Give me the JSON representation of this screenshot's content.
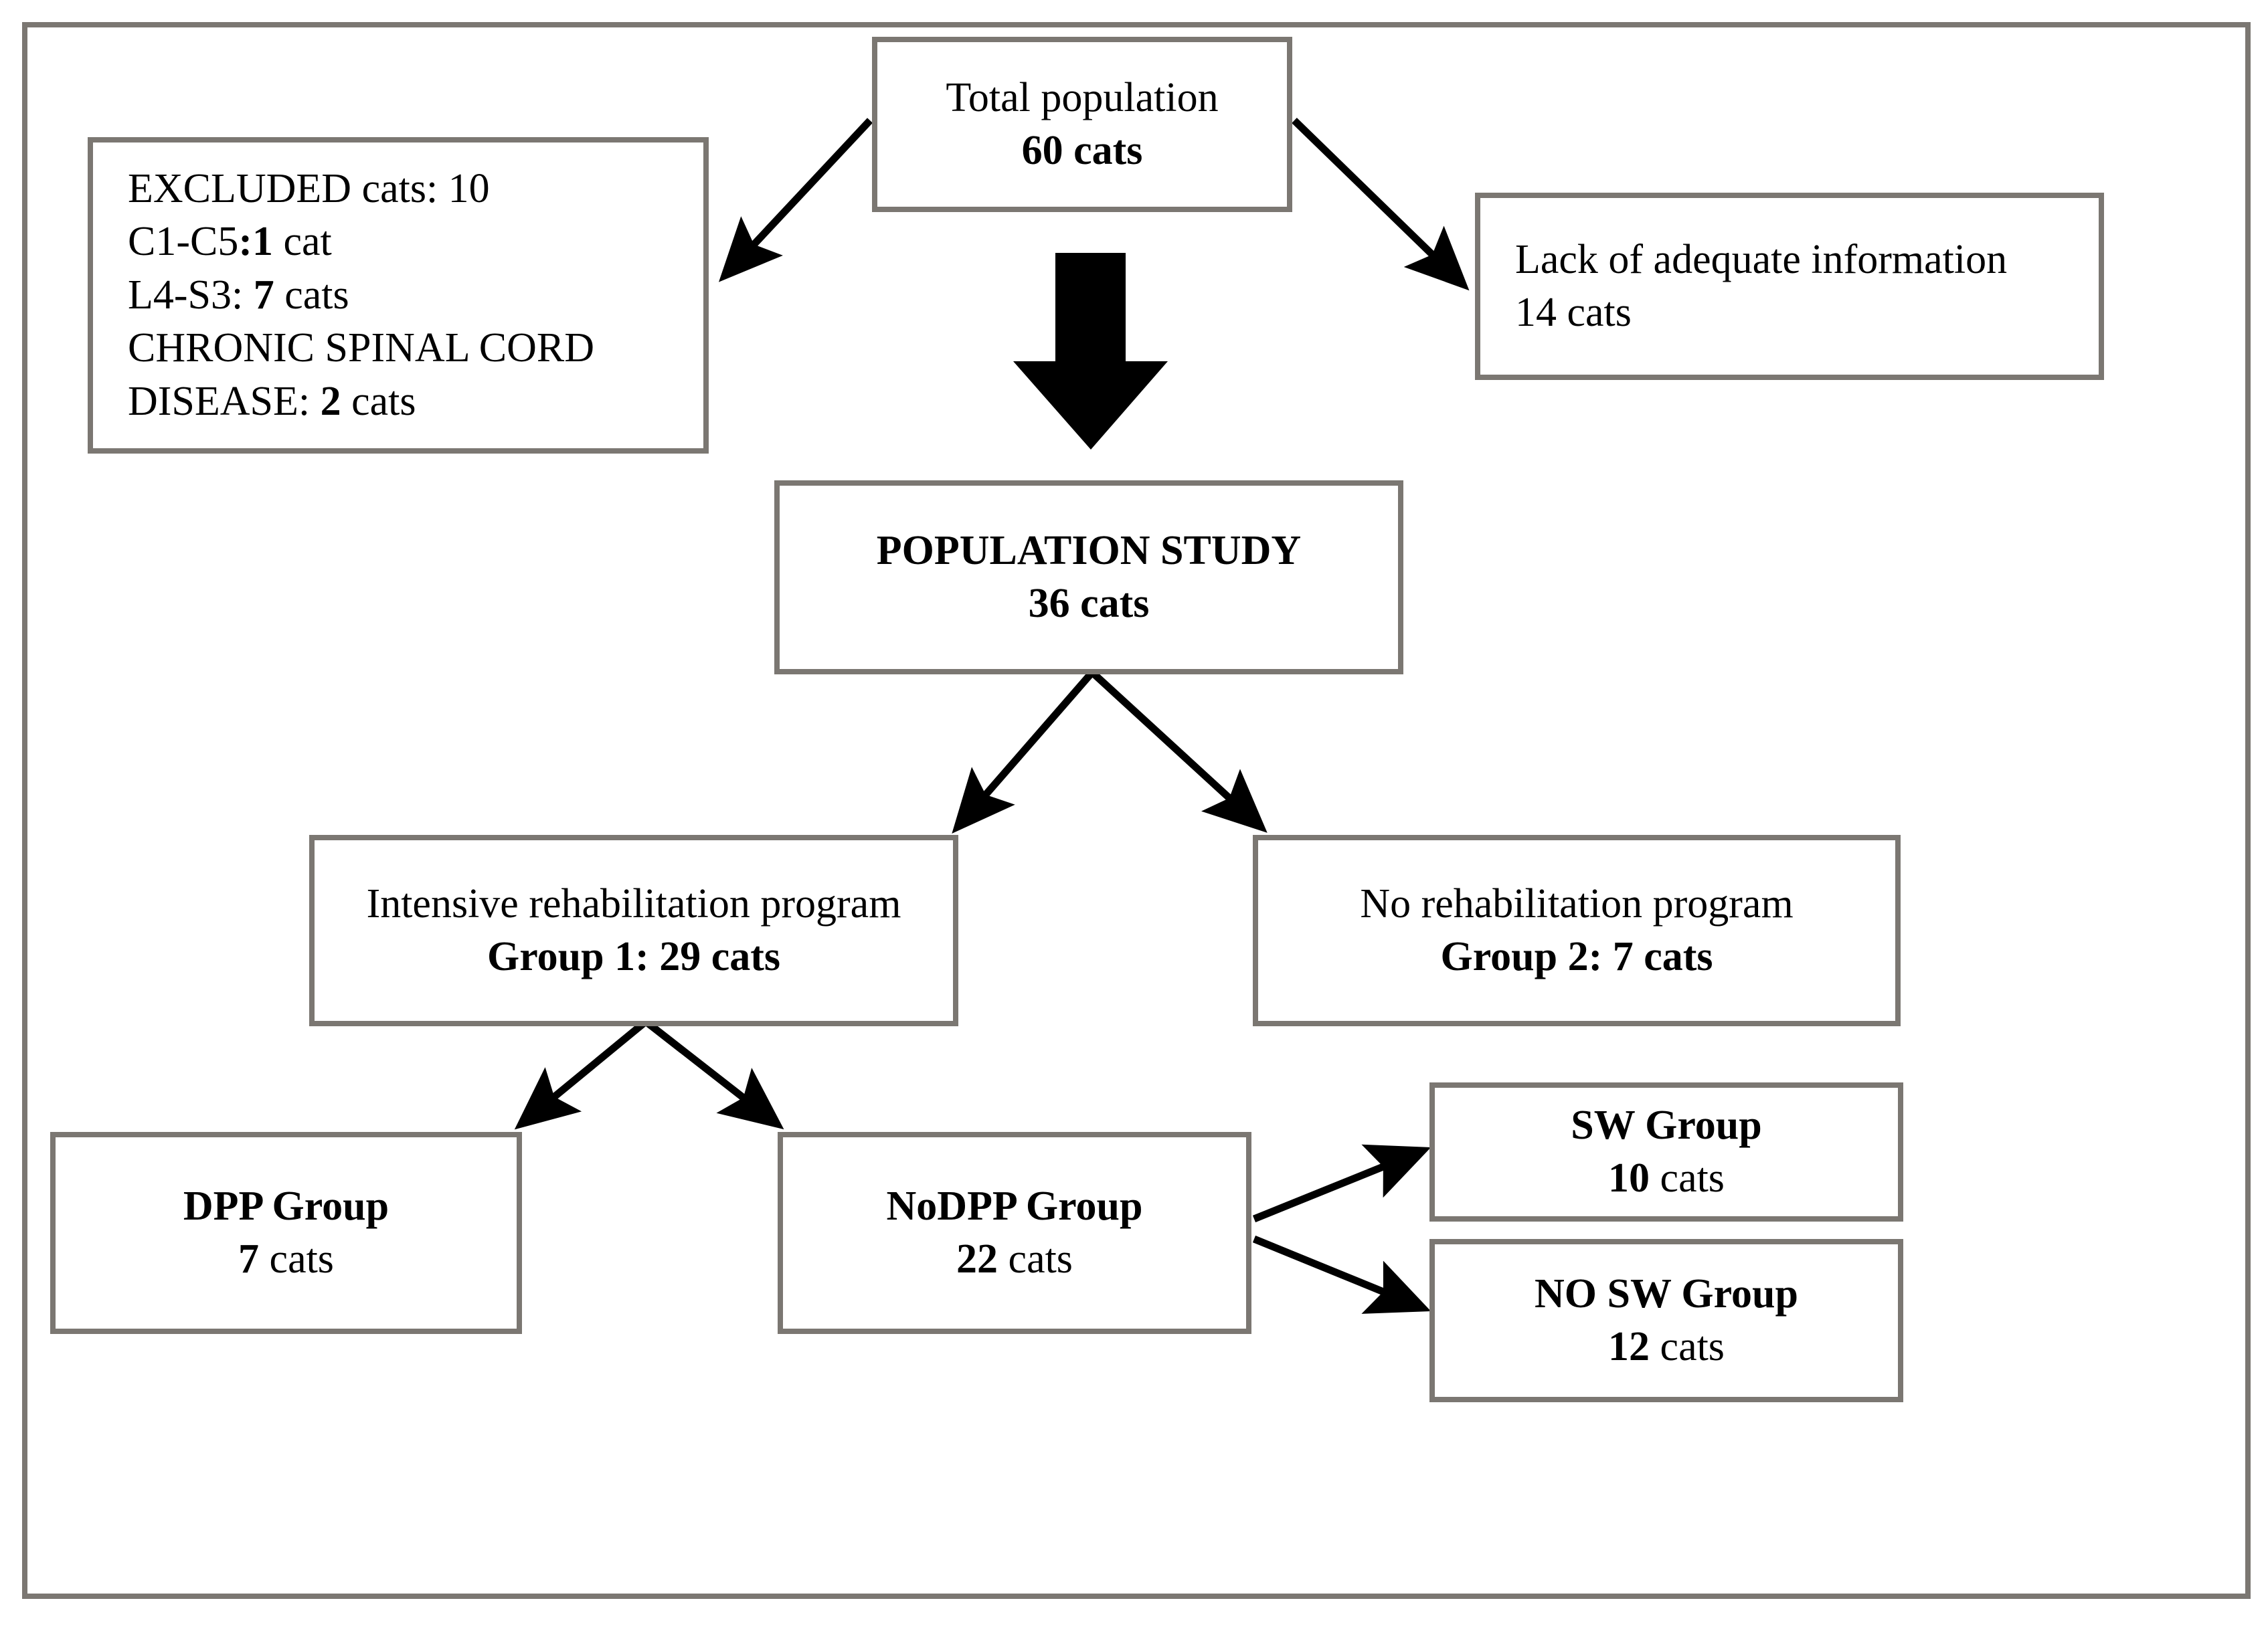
{
  "figure": {
    "type": "flowchart",
    "title_text": "",
    "border_color": "#7b7772",
    "arrow_color": "#000000",
    "text_color": "#000000"
  },
  "nodes": {
    "total_population": {
      "line1": "Total population",
      "line2": "60 cats"
    },
    "excluded": {
      "line1": "EXCLUDED cats: 10",
      "line2_label": "C1-C5",
      "line2_colon": ":",
      "line2_count": "1",
      "line2_unit": " cat",
      "line3_label": "L4-S3: ",
      "line3_count": "7",
      "line3_unit": " cats",
      "line4": "CHRONIC SPINAL CORD",
      "line5_label": "DISEASE: ",
      "line5_count": "2",
      "line5_unit": " cats"
    },
    "lack_info": {
      "line1": "Lack of adequate information",
      "line2": "14 cats"
    },
    "population_study": {
      "line1": "POPULATION STUDY",
      "line2": "36 cats"
    },
    "group1": {
      "line1": "Intensive rehabilitation program",
      "line2": "Group 1: 29 cats"
    },
    "group2": {
      "line1": "No rehabilitation program",
      "line2": "Group 2: 7 cats"
    },
    "dpp": {
      "line1": "DPP Group",
      "line2_count": "7",
      "line2_unit": " cats"
    },
    "nodpp": {
      "line1": "NoDPP Group",
      "line2_count": "22",
      "line2_unit": " cats"
    },
    "sw": {
      "line1": "SW Group",
      "line2_count": "10",
      "line2_unit": " cats"
    },
    "nosw": {
      "line1": "NO SW Group",
      "line2_count": "12",
      "line2_unit": " cats"
    }
  },
  "chart_data": {
    "type": "diagram",
    "title": "Study population flow diagram",
    "nodes": [
      {
        "id": "total_population",
        "label": "Total population",
        "count": 60,
        "unit": "cats"
      },
      {
        "id": "excluded",
        "label": "EXCLUDED cats",
        "count": 10,
        "unit": "cats",
        "breakdown": [
          {
            "label": "C1-C5",
            "count": 1,
            "unit": "cat"
          },
          {
            "label": "L4-S3",
            "count": 7,
            "unit": "cats"
          },
          {
            "label": "CHRONIC SPINAL CORD DISEASE",
            "count": 2,
            "unit": "cats"
          }
        ]
      },
      {
        "id": "lack_info",
        "label": "Lack of adequate information",
        "count": 14,
        "unit": "cats"
      },
      {
        "id": "population_study",
        "label": "POPULATION STUDY",
        "count": 36,
        "unit": "cats"
      },
      {
        "id": "group1",
        "label": "Intensive rehabilitation program / Group 1",
        "count": 29,
        "unit": "cats"
      },
      {
        "id": "group2",
        "label": "No rehabilitation program / Group 2",
        "count": 7,
        "unit": "cats"
      },
      {
        "id": "dpp",
        "label": "DPP Group",
        "count": 7,
        "unit": "cats"
      },
      {
        "id": "nodpp",
        "label": "NoDPP Group",
        "count": 22,
        "unit": "cats"
      },
      {
        "id": "sw",
        "label": "SW Group",
        "count": 10,
        "unit": "cats"
      },
      {
        "id": "nosw",
        "label": "NO SW Group",
        "count": 12,
        "unit": "cats"
      }
    ],
    "edges": [
      {
        "from": "total_population",
        "to": "excluded",
        "style": "thin-arrow"
      },
      {
        "from": "total_population",
        "to": "lack_info",
        "style": "thin-arrow"
      },
      {
        "from": "total_population",
        "to": "population_study",
        "style": "thick-block-arrow"
      },
      {
        "from": "population_study",
        "to": "group1",
        "style": "thin-arrow"
      },
      {
        "from": "population_study",
        "to": "group2",
        "style": "thin-arrow"
      },
      {
        "from": "group1",
        "to": "dpp",
        "style": "thin-arrow"
      },
      {
        "from": "group1",
        "to": "nodpp",
        "style": "thin-arrow"
      },
      {
        "from": "nodpp",
        "to": "sw",
        "style": "thin-arrow"
      },
      {
        "from": "nodpp",
        "to": "nosw",
        "style": "thin-arrow"
      }
    ]
  }
}
